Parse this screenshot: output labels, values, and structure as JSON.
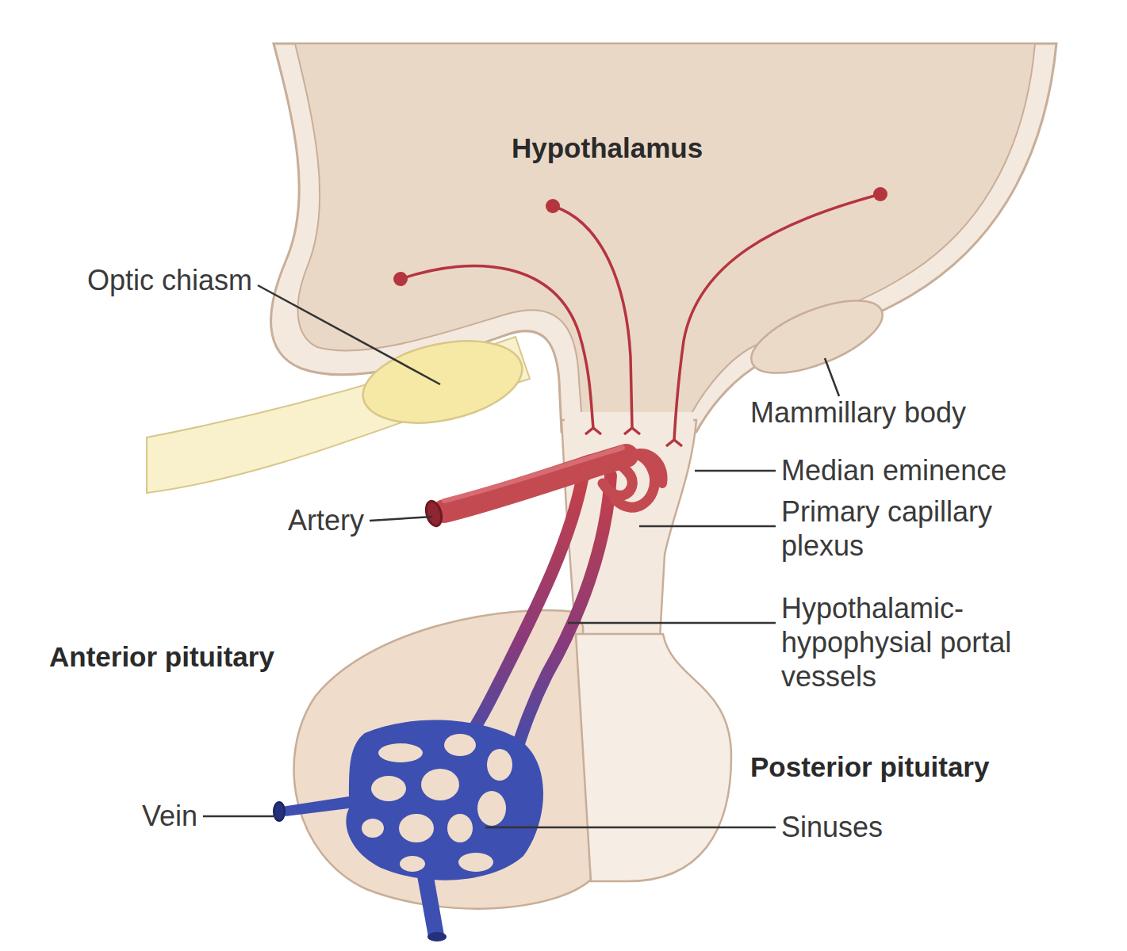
{
  "diagram": {
    "labels": [
      "Hypothalamus",
      "Optic chiasm",
      "Mammillary body",
      "Median eminence",
      "Artery",
      "Primary capillary plexus",
      "Anterior pituitary",
      "Hypothalamic-hypophysial portal vessels",
      "Posterior pituitary",
      "Vein",
      "Sinuses"
    ]
  }
}
